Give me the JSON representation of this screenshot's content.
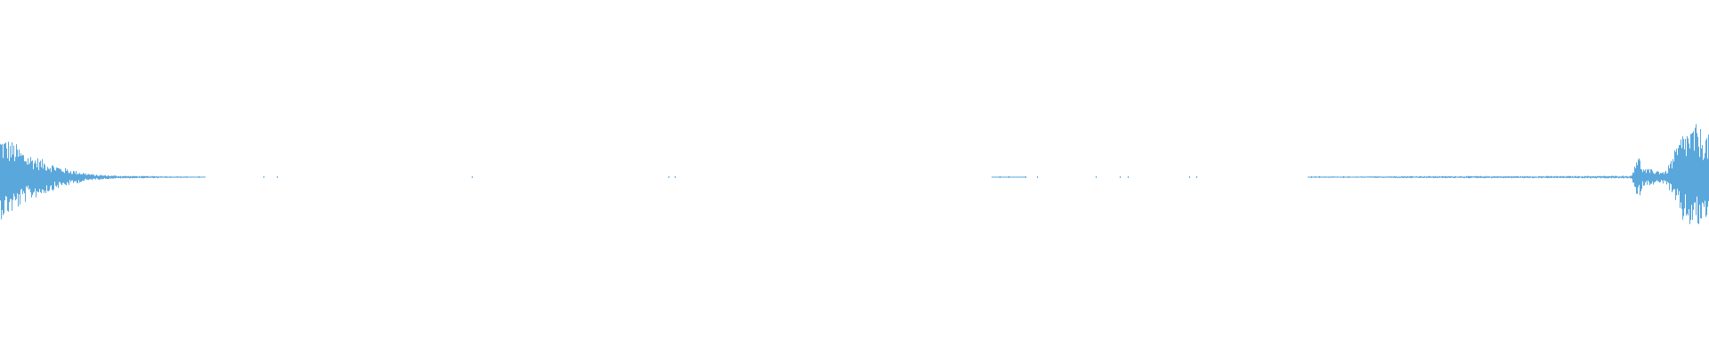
{
  "waveform": {
    "color": "#5aa7dc",
    "background": "#ffffff",
    "amplitude_scale": [
      -1,
      1
    ],
    "amplitude_envelope": [
      {
        "t": 0.0,
        "a": 0.24
      },
      {
        "t": 0.008,
        "a": 0.2
      },
      {
        "t": 0.015,
        "a": 0.14
      },
      {
        "t": 0.025,
        "a": 0.1
      },
      {
        "t": 0.035,
        "a": 0.06
      },
      {
        "t": 0.045,
        "a": 0.035
      },
      {
        "t": 0.055,
        "a": 0.015
      },
      {
        "t": 0.07,
        "a": 0.008
      },
      {
        "t": 0.11,
        "a": 0.004
      },
      {
        "t": 0.12,
        "a": 0.0
      },
      {
        "t": 0.58,
        "a": 0.0
      },
      {
        "t": 0.585,
        "a": 0.003
      },
      {
        "t": 0.6,
        "a": 0.0
      },
      {
        "t": 0.765,
        "a": 0.0
      },
      {
        "t": 0.77,
        "a": 0.004
      },
      {
        "t": 0.79,
        "a": 0.003
      },
      {
        "t": 0.82,
        "a": 0.006
      },
      {
        "t": 0.9,
        "a": 0.006
      },
      {
        "t": 0.955,
        "a": 0.008
      },
      {
        "t": 0.958,
        "a": 0.15
      },
      {
        "t": 0.962,
        "a": 0.05
      },
      {
        "t": 0.975,
        "a": 0.035
      },
      {
        "t": 0.978,
        "a": 0.1
      },
      {
        "t": 0.985,
        "a": 0.26
      },
      {
        "t": 0.993,
        "a": 0.3
      },
      {
        "t": 1.0,
        "a": 0.24
      }
    ],
    "isolated_blips": [
      0.116,
      0.154,
      0.162,
      0.276,
      0.391,
      0.395,
      0.585,
      0.59,
      0.6,
      0.607,
      0.641,
      0.655,
      0.66,
      0.696,
      0.7,
      0.767,
      0.772,
      0.786,
      0.789
    ]
  }
}
